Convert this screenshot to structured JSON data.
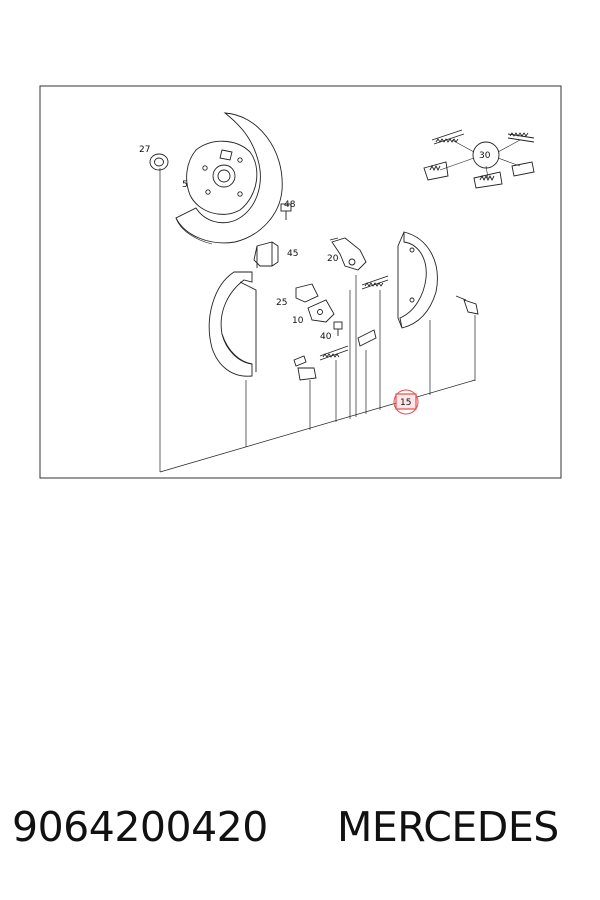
{
  "diagram": {
    "part_labels": [
      {
        "id": "27",
        "text": "27"
      },
      {
        "id": "5",
        "text": "5"
      },
      {
        "id": "48",
        "text": "48"
      },
      {
        "id": "45",
        "text": "45"
      },
      {
        "id": "20",
        "text": "20"
      },
      {
        "id": "25",
        "text": "25"
      },
      {
        "id": "10",
        "text": "10"
      },
      {
        "id": "40",
        "text": "40"
      },
      {
        "id": "30",
        "text": "30"
      },
      {
        "id": "15",
        "text": "15"
      }
    ],
    "highlighted_part": "15",
    "highlight_color": "#e05050"
  },
  "footer": {
    "part_number": "9064200420",
    "brand": "MERCEDES"
  }
}
